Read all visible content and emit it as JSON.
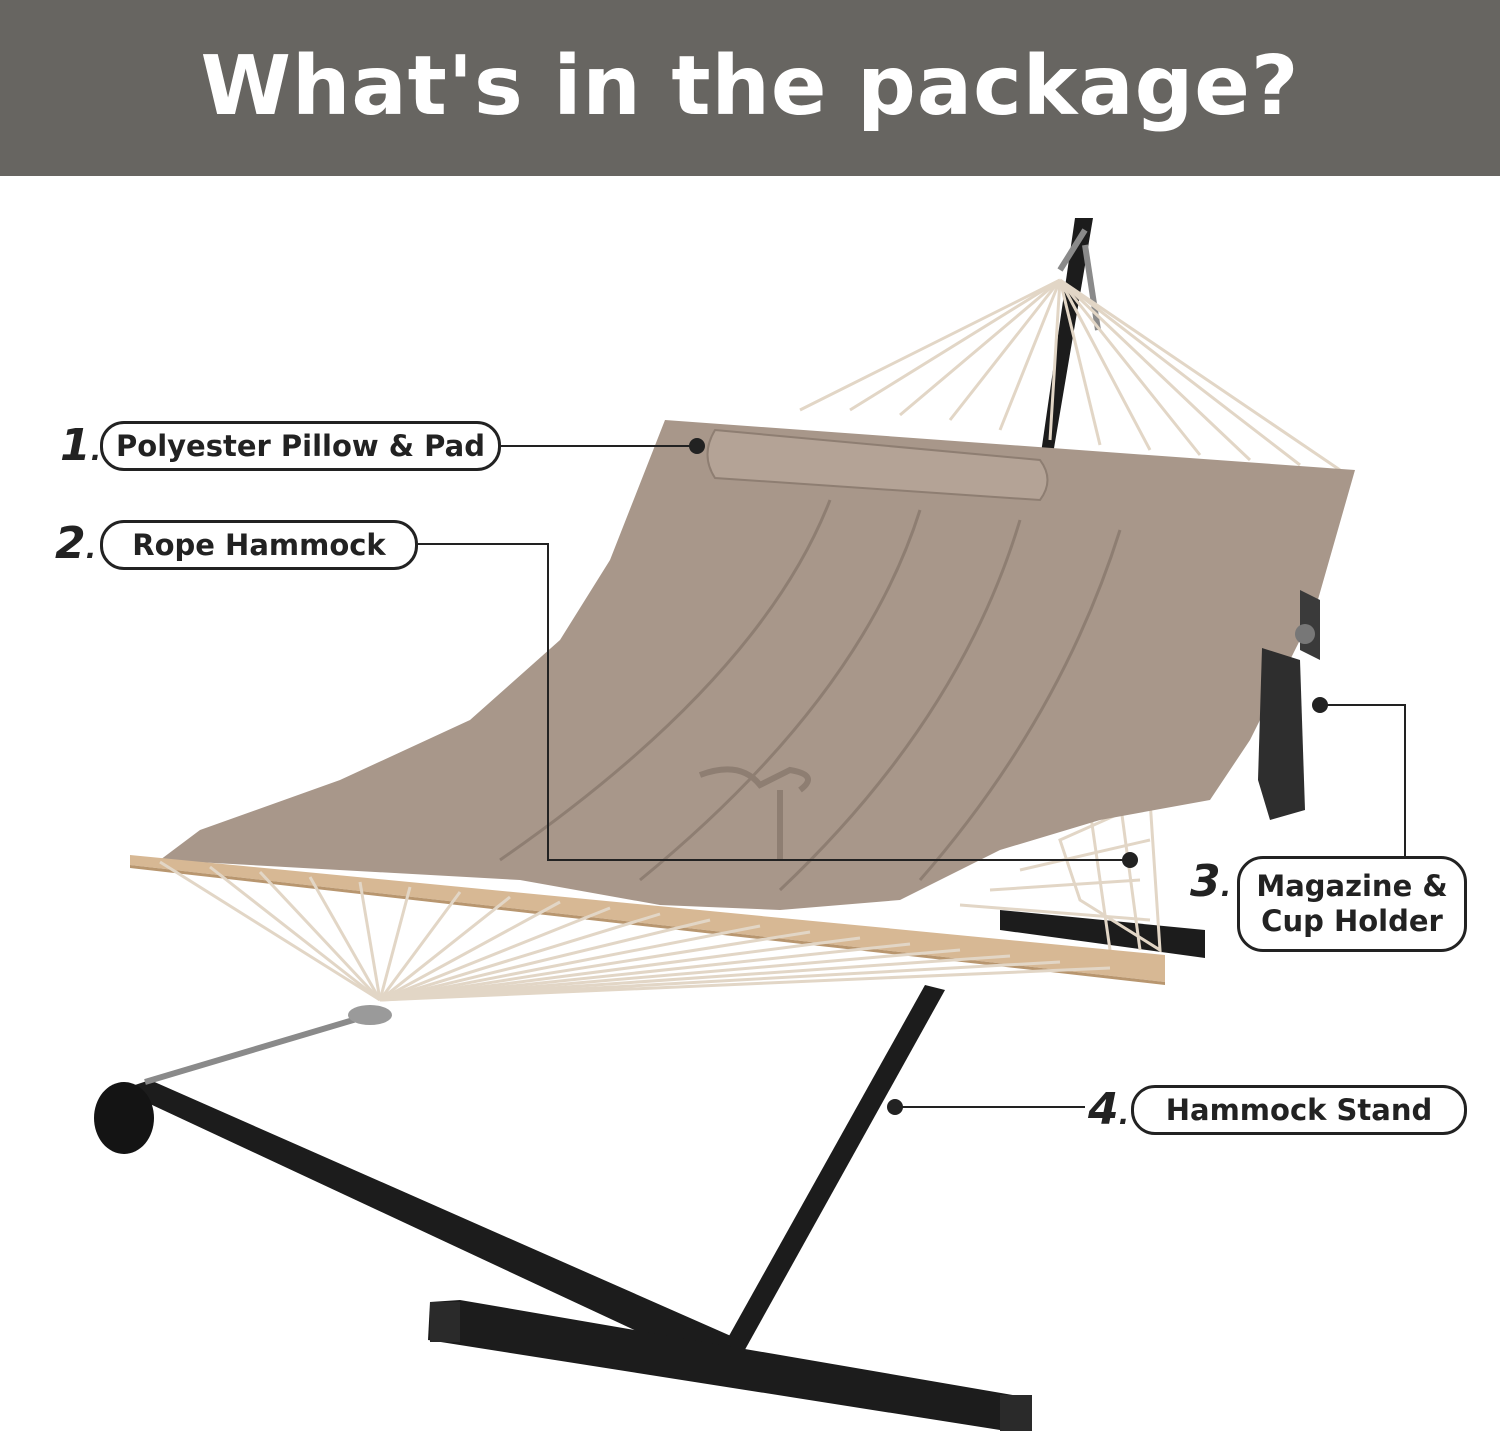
{
  "header": {
    "title": "What's in the package?",
    "background": "#676561"
  },
  "items": [
    {
      "number": "1",
      "label": "Polyester Pillow & Pad"
    },
    {
      "number": "2",
      "label": "Rope Hammock"
    },
    {
      "number": "3",
      "label_line1": "Magazine &",
      "label_line2": "Cup Holder"
    },
    {
      "number": "4",
      "label": "Hammock Stand"
    }
  ],
  "colors": {
    "pad": "#a8978a",
    "stand": "#1c1c1c",
    "rope": "#e6ddd0",
    "wood": "#d7b894"
  }
}
